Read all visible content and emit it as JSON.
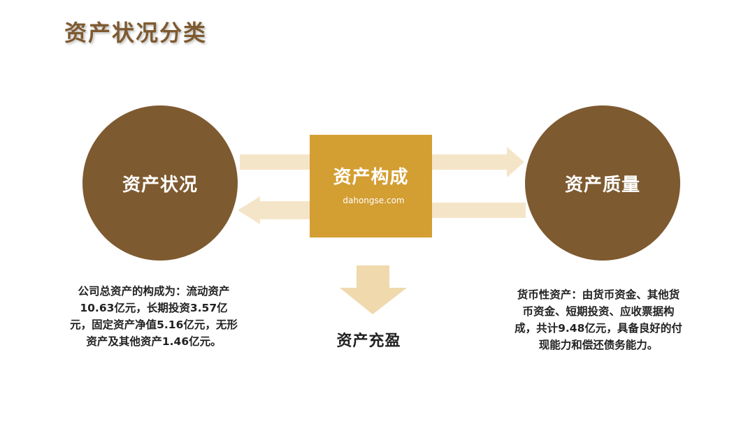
{
  "title": "资产状况分类",
  "nodes": {
    "left": "资产状况",
    "center": "资产构成",
    "right": "资产质量",
    "bottom": "资产充盈"
  },
  "watermark": "dahongse.com",
  "descriptions": {
    "left": "公司总资产的构成为：流动资产10.63亿元，长期投资3.57亿元，固定资产净值5.16亿元，无形资产及其他资产1.46亿元。",
    "right": "货币性资产：由货币资金、其他货币资金、短期投资、应收票据构成，共计9.48亿元，具备良好的付现能力和偿还债务能力。"
  },
  "colors": {
    "brown": "#7e5a30",
    "gold": "#d39e32",
    "arrow": "#f5e5c8",
    "arrow_down": "#f0d9ad"
  }
}
